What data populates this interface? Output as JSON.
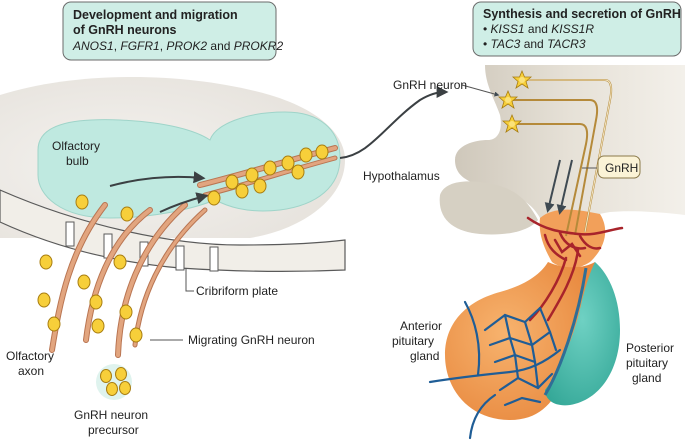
{
  "box_left": {
    "title_line1": "Development and migration",
    "title_line2": "of GnRH neurons",
    "genes": [
      "ANOS1",
      "FGFR1",
      "PROK2",
      "PROKR2"
    ],
    "sep1": ", ",
    "sep2": " and "
  },
  "box_right": {
    "title": "Synthesis and secretion of GnRH",
    "bullet": "•",
    "line1_gene_a": "KISS1",
    "line1_gene_b": "KISS1R",
    "line2_gene_a": "TAC3",
    "line2_gene_b": "TACR3",
    "conj": "and"
  },
  "labels": {
    "olfactory_bulb_1": "Olfactory",
    "olfactory_bulb_2": "bulb",
    "cribriform_plate": "Cribriform plate",
    "migrating_neuron": "Migrating GnRH neuron",
    "olfactory_axon_1": "Olfactory",
    "olfactory_axon_2": "axon",
    "precursor_1": "GnRH neuron",
    "precursor_2": "precursor",
    "gnrh_neuron": "GnRH neuron",
    "hypothalamus": "Hypothalamus",
    "gnrh_tag": "GnRH",
    "anterior_1": "Anterior",
    "anterior_2": "pituitary",
    "anterior_3": "gland",
    "posterior_1": "Posterior",
    "posterior_2": "pituitary",
    "posterior_3": "gland"
  },
  "colors": {
    "box_fill": "#cfeee6",
    "bulb_fill": "#bfe9e0",
    "tissue": "#efedea",
    "axon": "#e2a57f",
    "axon_edge": "#b97552",
    "neuron_fill": "#f7cf3a",
    "neuron_edge": "#a87d10",
    "anterior": "#f2a05a",
    "posterior": "#4fc3b4",
    "vessel_red": "#a8242b",
    "vessel_blue": "#1f5d96",
    "hypothalamus": "#ddd8cd"
  }
}
